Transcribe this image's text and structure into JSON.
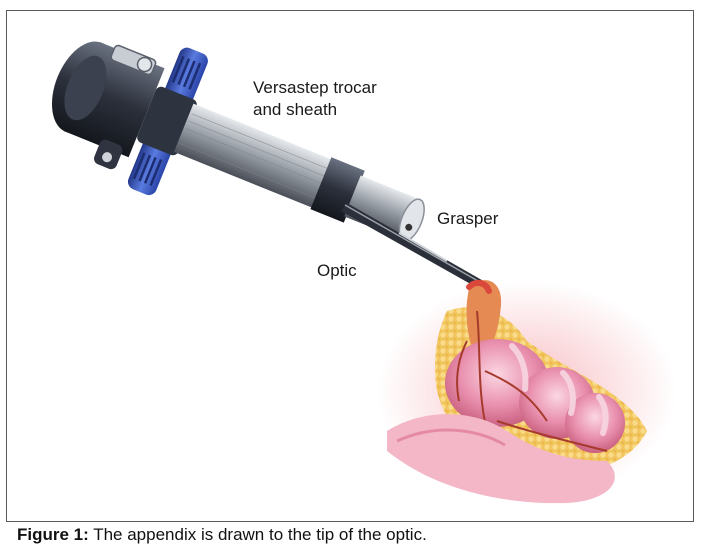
{
  "figure": {
    "labels": {
      "trocar_line1": "Versastep trocar",
      "trocar_line2": "and sheath",
      "grasper": "Grasper",
      "optic": "Optic"
    },
    "caption": {
      "prefix": "Figure 1:",
      "text": " The appendix is drawn to the tip of the optic."
    }
  },
  "colors": {
    "frame_border": "#5a5a5a",
    "instrument_dark": "#2e3340",
    "trocar_blue": "#3f5fc8",
    "sheath_silver": "#9aa0a8",
    "tissue_pink": "#e98fae",
    "fat_yellow": "#f2c55e",
    "appendix_red": "#d9483a"
  }
}
